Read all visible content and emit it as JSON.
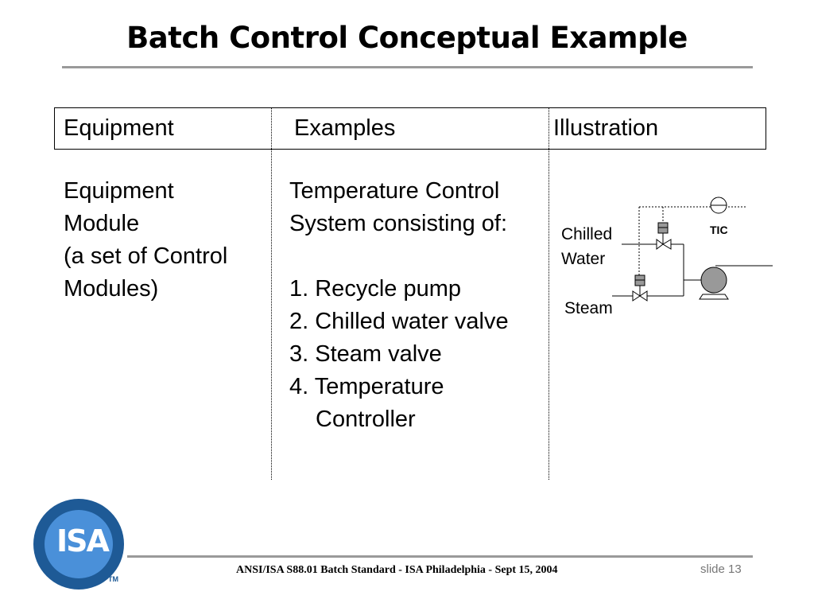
{
  "title": "Batch Control Conceptual Example",
  "table": {
    "headers": [
      "Equipment",
      "Examples",
      "Illustration"
    ],
    "equipment_lines": [
      "Equipment",
      "Module",
      "(a set of Control",
      "Modules)"
    ],
    "examples_intro": [
      "Temperature Control",
      "System consisting of:"
    ],
    "examples_items": [
      "1. Recycle pump",
      "2. Chilled water valve",
      "3. Steam valve",
      "4. Temperature"
    ],
    "examples_continuation": "Controller"
  },
  "illustration": {
    "chilled_label_1": "Chilled",
    "chilled_label_2": "Water",
    "steam_label": "Steam",
    "tic_label": "TIC"
  },
  "footer": {
    "text": "ANSI/ISA S88.01 Batch Standard - ISA Philadelphia - Sept 15, 2004",
    "slide": "slide 13"
  },
  "logo": {
    "text": "ISA",
    "trademark": "TM",
    "colors": {
      "ring": "#1e5a96",
      "inner": "#4a90d9"
    }
  }
}
